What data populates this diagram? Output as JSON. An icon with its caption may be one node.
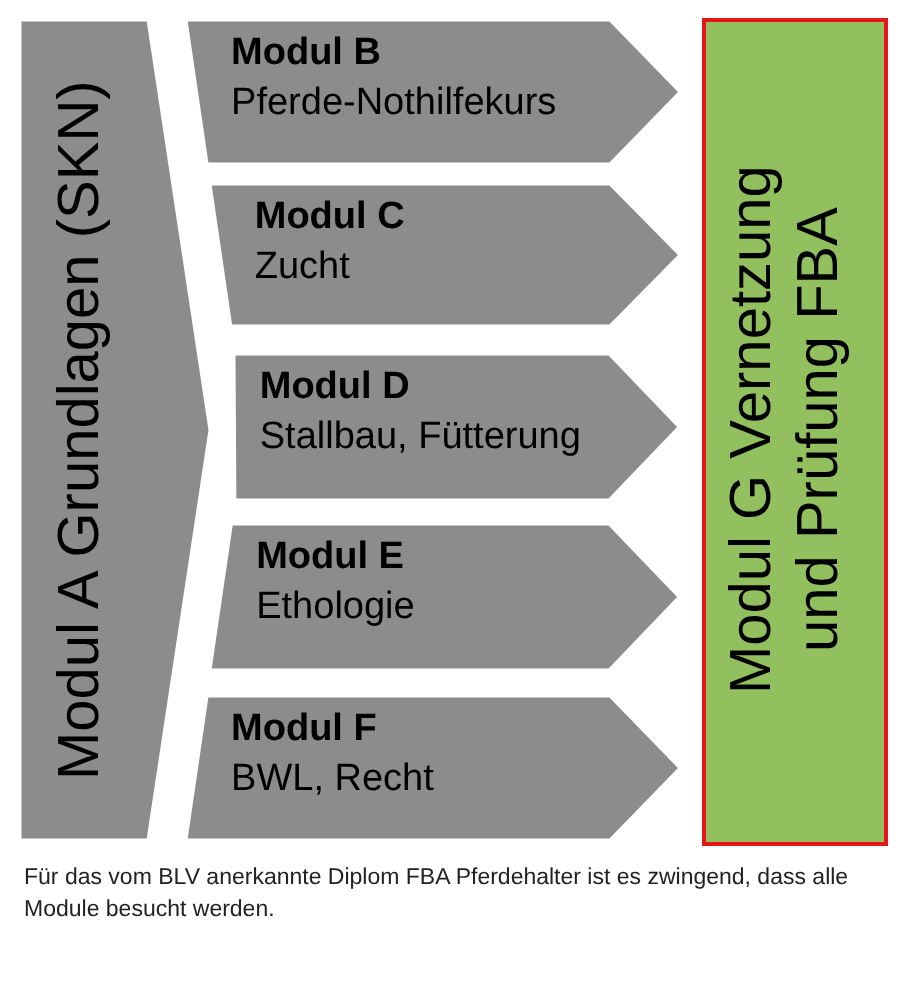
{
  "diagram": {
    "caption": "Für das vom BLV anerkannte Diplom FBA Pferdehalter ist es zwingend, dass alle Module besucht werden.",
    "nodes": [
      {
        "text": [
          "Modul A Grundlagen (SKN)"
        ]
      },
      {
        "text": [
          "Modul B",
          "Pferde-Nothilfekurs"
        ]
      },
      {
        "text": [
          "Modul C",
          "Zucht"
        ]
      },
      {
        "text": [
          "Modul D",
          "Stallbau, Fütterung"
        ]
      },
      {
        "text": [
          "Modul E",
          "Ethologie"
        ]
      },
      {
        "text": [
          "Modul F",
          "BWL, Recht"
        ]
      },
      {
        "text": [
          "Modul G Vernetzung und Prüfung FBA"
        ]
      }
    ]
  }
}
